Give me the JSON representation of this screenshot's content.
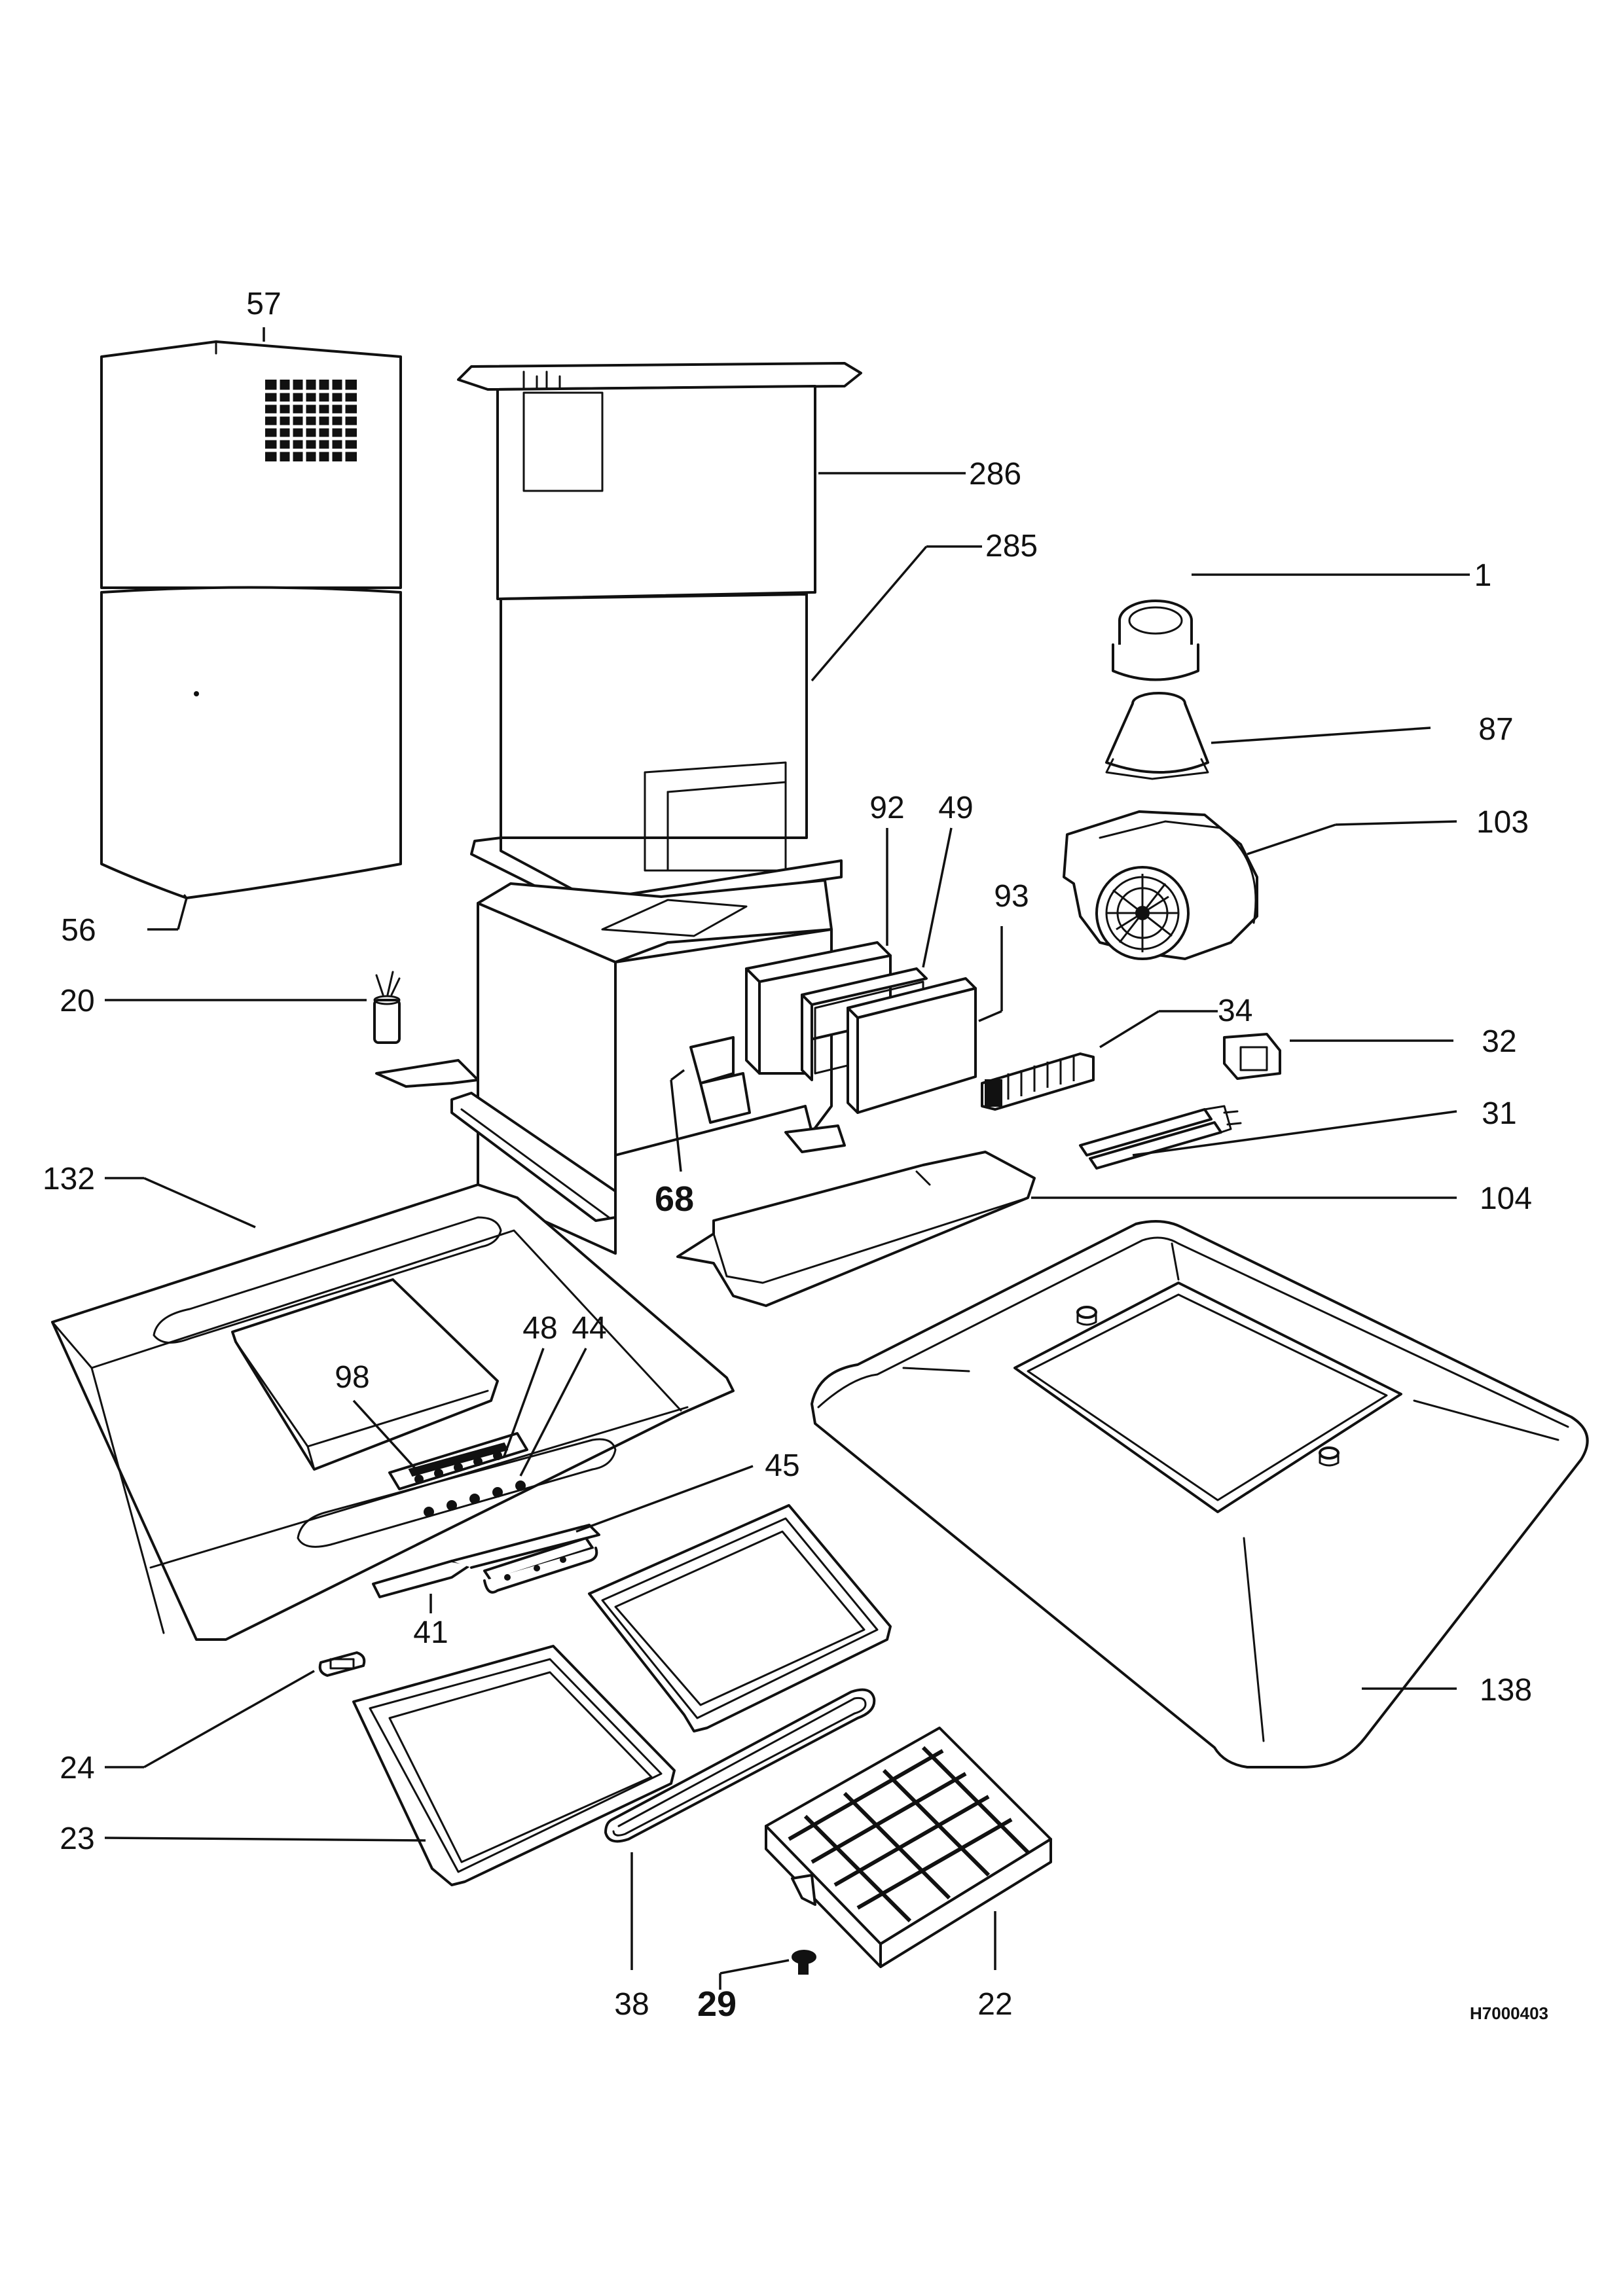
{
  "drawing_ref": "H7000403",
  "callouts": [
    {
      "id": "57",
      "label": "57"
    },
    {
      "id": "286",
      "label": "286"
    },
    {
      "id": "285",
      "label": "285"
    },
    {
      "id": "1",
      "label": "1"
    },
    {
      "id": "87",
      "label": "87"
    },
    {
      "id": "103",
      "label": "103"
    },
    {
      "id": "92",
      "label": "92"
    },
    {
      "id": "49",
      "label": "49"
    },
    {
      "id": "93",
      "label": "93"
    },
    {
      "id": "56",
      "label": "56"
    },
    {
      "id": "20",
      "label": "20"
    },
    {
      "id": "34",
      "label": "34"
    },
    {
      "id": "32",
      "label": "32"
    },
    {
      "id": "31",
      "label": "31"
    },
    {
      "id": "104",
      "label": "104"
    },
    {
      "id": "132",
      "label": "132"
    },
    {
      "id": "68",
      "label": "68"
    },
    {
      "id": "98",
      "label": "98"
    },
    {
      "id": "48",
      "label": "48"
    },
    {
      "id": "44",
      "label": "44"
    },
    {
      "id": "45",
      "label": "45"
    },
    {
      "id": "41",
      "label": "41"
    },
    {
      "id": "138",
      "label": "138"
    },
    {
      "id": "24",
      "label": "24"
    },
    {
      "id": "23",
      "label": "23"
    },
    {
      "id": "38",
      "label": "38"
    },
    {
      "id": "29",
      "label": "29"
    },
    {
      "id": "22",
      "label": "22"
    }
  ]
}
